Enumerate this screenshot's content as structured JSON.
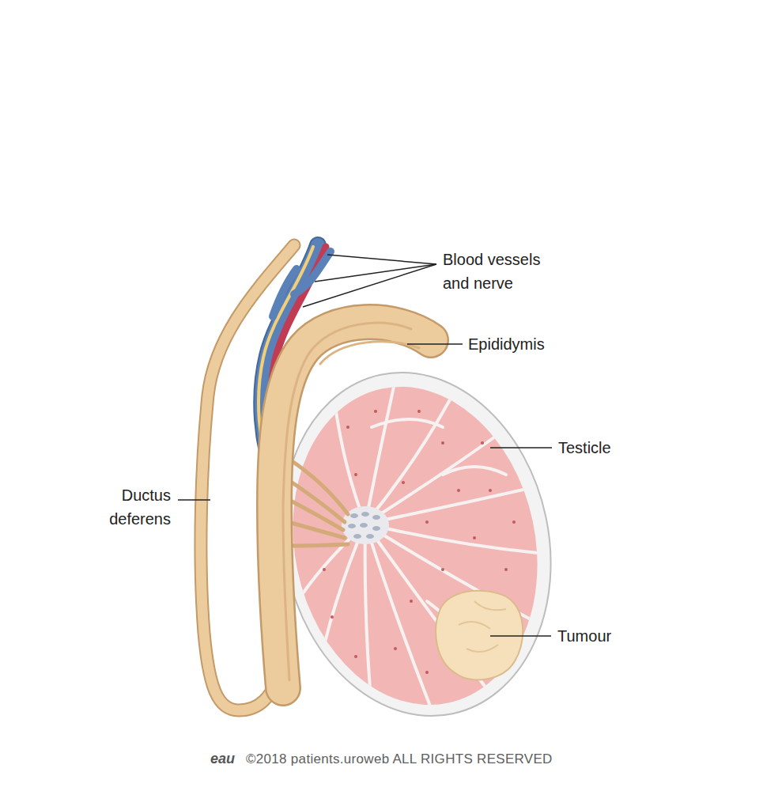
{
  "diagram": {
    "labels": [
      "Blood vessels and nerve",
      "Epididymis",
      "Testicle",
      "Ductus deferens",
      "Tumour",
      "eau",
      "©2018 patients.uroweb ALL RIGHTS RESERVED"
    ]
  }
}
